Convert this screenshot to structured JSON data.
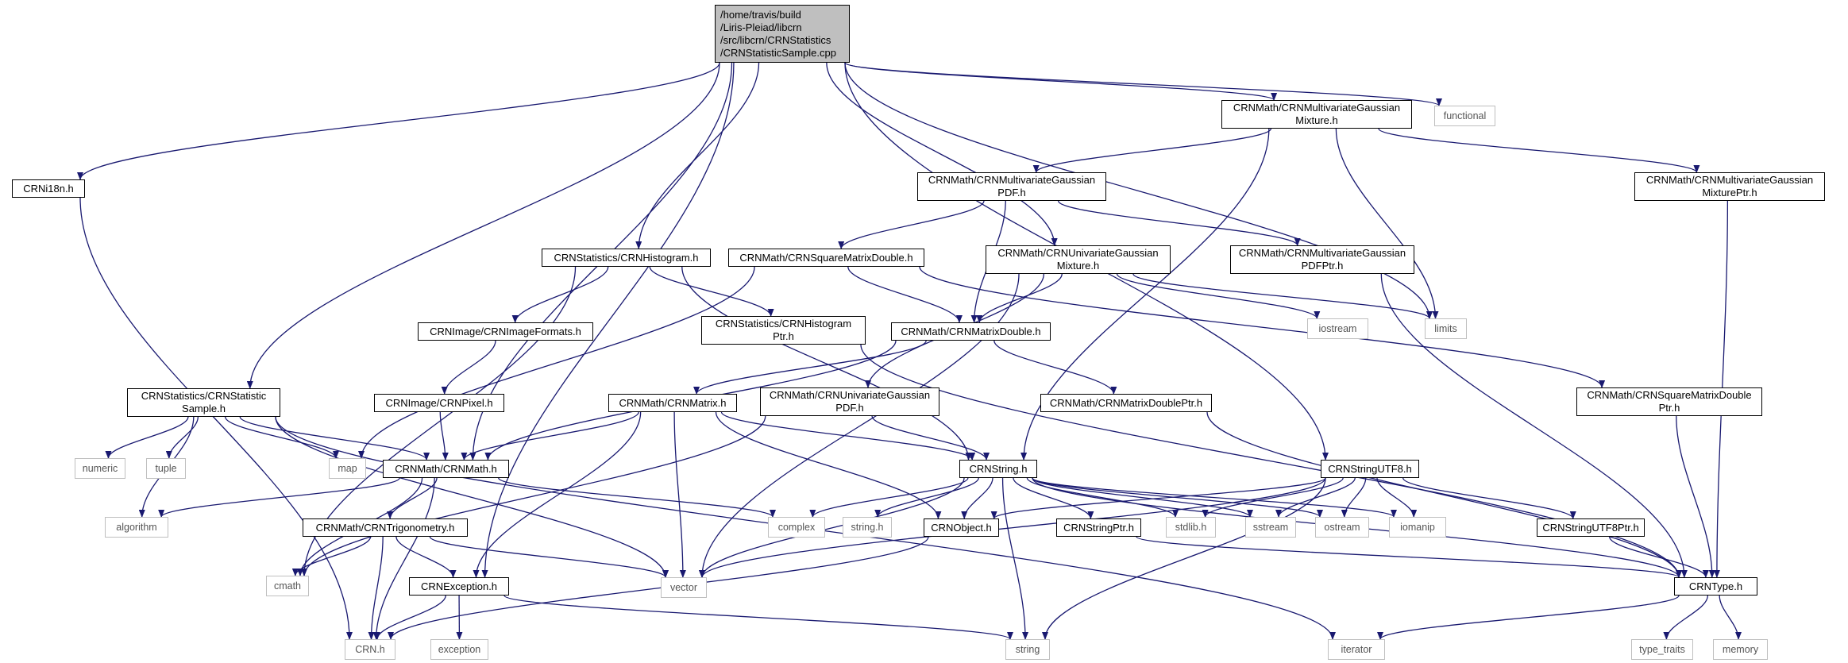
{
  "diagram": {
    "title": "",
    "colors": {
      "edge": "#191970",
      "node_border": "#000000",
      "external_border": "#bfbfbf",
      "root_fill": "#bfbfbf"
    },
    "nodes": [
      {
        "id": "root",
        "lines": [
          "/home/travis/build",
          "/Liris-Pleiad/libcrn",
          "/src/libcrn/CRNStatistics",
          "/CRNStatisticSample.cpp"
        ],
        "kind": "root"
      },
      {
        "id": "i18n",
        "lines": [
          "CRNi18n.h"
        ],
        "kind": "file"
      },
      {
        "id": "ssample",
        "lines": [
          "CRNStatistics/CRNStatistic",
          "Sample.h"
        ],
        "kind": "file"
      },
      {
        "id": "hist",
        "lines": [
          "CRNStatistics/CRNHistogram.h"
        ],
        "kind": "file"
      },
      {
        "id": "mgm",
        "lines": [
          "CRNMath/CRNMultivariateGaussian",
          "Mixture.h"
        ],
        "kind": "file"
      },
      {
        "id": "functional",
        "lines": [
          "functional"
        ],
        "kind": "external"
      },
      {
        "id": "mgpdf",
        "lines": [
          "CRNMath/CRNMultivariateGaussian",
          "PDF.h"
        ],
        "kind": "file"
      },
      {
        "id": "mgmptr",
        "lines": [
          "CRNMath/CRNMultivariateGaussian",
          "MixturePtr.h"
        ],
        "kind": "file"
      },
      {
        "id": "sqmd",
        "lines": [
          "CRNMath/CRNSquareMatrixDouble.h"
        ],
        "kind": "file"
      },
      {
        "id": "ugm",
        "lines": [
          "CRNMath/CRNUnivariateGaussian",
          "Mixture.h"
        ],
        "kind": "file"
      },
      {
        "id": "mgpdfptr",
        "lines": [
          "CRNMath/CRNMultivariateGaussian",
          "PDFPtr.h"
        ],
        "kind": "file"
      },
      {
        "id": "imgfmt",
        "lines": [
          "CRNImage/CRNImageFormats.h"
        ],
        "kind": "file"
      },
      {
        "id": "histptr",
        "lines": [
          "CRNStatistics/CRNHistogram",
          "Ptr.h"
        ],
        "kind": "file"
      },
      {
        "id": "mdouble",
        "lines": [
          "CRNMath/CRNMatrixDouble.h"
        ],
        "kind": "file"
      },
      {
        "id": "iostream",
        "lines": [
          "iostream"
        ],
        "kind": "external"
      },
      {
        "id": "limits",
        "lines": [
          "limits"
        ],
        "kind": "external"
      },
      {
        "id": "pixel",
        "lines": [
          "CRNImage/CRNPixel.h"
        ],
        "kind": "file"
      },
      {
        "id": "matrix",
        "lines": [
          "CRNMath/CRNMatrix.h"
        ],
        "kind": "file"
      },
      {
        "id": "ugpdf",
        "lines": [
          "CRNMath/CRNUnivariateGaussian",
          "PDF.h"
        ],
        "kind": "file"
      },
      {
        "id": "mdptr",
        "lines": [
          "CRNMath/CRNMatrixDoublePtr.h"
        ],
        "kind": "file"
      },
      {
        "id": "sqmdptr",
        "lines": [
          "CRNMath/CRNSquareMatrixDouble",
          "Ptr.h"
        ],
        "kind": "file"
      },
      {
        "id": "numeric",
        "lines": [
          "numeric"
        ],
        "kind": "external"
      },
      {
        "id": "tuple",
        "lines": [
          "tuple"
        ],
        "kind": "external"
      },
      {
        "id": "map",
        "lines": [
          "map"
        ],
        "kind": "external"
      },
      {
        "id": "math",
        "lines": [
          "CRNMath/CRNMath.h"
        ],
        "kind": "file"
      },
      {
        "id": "string",
        "lines": [
          "CRNString.h"
        ],
        "kind": "file"
      },
      {
        "id": "utf8",
        "lines": [
          "CRNStringUTF8.h"
        ],
        "kind": "file"
      },
      {
        "id": "algorithm",
        "lines": [
          "algorithm"
        ],
        "kind": "external"
      },
      {
        "id": "complex",
        "lines": [
          "complex"
        ],
        "kind": "external"
      },
      {
        "id": "stringh",
        "lines": [
          "string.h"
        ],
        "kind": "external"
      },
      {
        "id": "object",
        "lines": [
          "CRNObject.h"
        ],
        "kind": "file"
      },
      {
        "id": "strptr",
        "lines": [
          "CRNStringPtr.h"
        ],
        "kind": "file"
      },
      {
        "id": "stdlib",
        "lines": [
          "stdlib.h"
        ],
        "kind": "external"
      },
      {
        "id": "sstream",
        "lines": [
          "sstream"
        ],
        "kind": "external"
      },
      {
        "id": "ostream",
        "lines": [
          "ostream"
        ],
        "kind": "external"
      },
      {
        "id": "iomanip",
        "lines": [
          "iomanip"
        ],
        "kind": "external"
      },
      {
        "id": "utf8ptr",
        "lines": [
          "CRNStringUTF8Ptr.h"
        ],
        "kind": "file"
      },
      {
        "id": "trig",
        "lines": [
          "CRNMath/CRNTrigonometry.h"
        ],
        "kind": "file"
      },
      {
        "id": "cmath",
        "lines": [
          "cmath"
        ],
        "kind": "external"
      },
      {
        "id": "vector",
        "lines": [
          "vector"
        ],
        "kind": "external"
      },
      {
        "id": "exception",
        "lines": [
          "CRNException.h"
        ],
        "kind": "file"
      },
      {
        "id": "type",
        "lines": [
          "CRNType.h"
        ],
        "kind": "file"
      },
      {
        "id": "crnh",
        "lines": [
          "CRN.h"
        ],
        "kind": "external"
      },
      {
        "id": "stdexception",
        "lines": [
          "exception"
        ],
        "kind": "external"
      },
      {
        "id": "stdstring",
        "lines": [
          "string"
        ],
        "kind": "external"
      },
      {
        "id": "iterator",
        "lines": [
          "iterator"
        ],
        "kind": "external"
      },
      {
        "id": "type_traits",
        "lines": [
          "type_traits"
        ],
        "kind": "external"
      },
      {
        "id": "memory",
        "lines": [
          "memory"
        ],
        "kind": "external"
      }
    ],
    "edges": [
      [
        "root",
        "i18n"
      ],
      [
        "root",
        "ssample"
      ],
      [
        "root",
        "math"
      ],
      [
        "root",
        "exception"
      ],
      [
        "root",
        "hist"
      ],
      [
        "root",
        "ugm"
      ],
      [
        "root",
        "limits"
      ],
      [
        "root",
        "mgm"
      ],
      [
        "root",
        "functional"
      ],
      [
        "root",
        "utf8"
      ],
      [
        "i18n",
        "crnh"
      ],
      [
        "mgm",
        "mgpdf"
      ],
      [
        "mgm",
        "mgmptr"
      ],
      [
        "mgm",
        "limits"
      ],
      [
        "mgm",
        "string"
      ],
      [
        "mgpdf",
        "sqmd"
      ],
      [
        "mgpdf",
        "mdouble"
      ],
      [
        "mgpdf",
        "mgpdfptr"
      ],
      [
        "mgmptr",
        "type"
      ],
      [
        "mgpdfptr",
        "type"
      ],
      [
        "hist",
        "cmath"
      ],
      [
        "hist",
        "imgfmt"
      ],
      [
        "hist",
        "histptr"
      ],
      [
        "hist",
        "string"
      ],
      [
        "sqmd",
        "map"
      ],
      [
        "sqmd",
        "mdouble"
      ],
      [
        "sqmd",
        "sqmdptr"
      ],
      [
        "ugm",
        "mdouble"
      ],
      [
        "ugm",
        "ugpdf"
      ],
      [
        "ugm",
        "iostream"
      ],
      [
        "ugm",
        "limits"
      ],
      [
        "ugm",
        "vector"
      ],
      [
        "imgfmt",
        "pixel"
      ],
      [
        "pixel",
        "math"
      ],
      [
        "histptr",
        "type"
      ],
      [
        "mdouble",
        "math"
      ],
      [
        "mdouble",
        "matrix"
      ],
      [
        "mdouble",
        "mdptr"
      ],
      [
        "mdptr",
        "type"
      ],
      [
        "sqmdptr",
        "type"
      ],
      [
        "matrix",
        "math"
      ],
      [
        "matrix",
        "string"
      ],
      [
        "matrix",
        "object"
      ],
      [
        "matrix",
        "vector"
      ],
      [
        "matrix",
        "exception"
      ],
      [
        "ugpdf",
        "string"
      ],
      [
        "ugpdf",
        "cmath"
      ],
      [
        "ssample",
        "numeric"
      ],
      [
        "ssample",
        "tuple"
      ],
      [
        "ssample",
        "map"
      ],
      [
        "ssample",
        "math"
      ],
      [
        "ssample",
        "algorithm"
      ],
      [
        "ssample",
        "vector"
      ],
      [
        "ssample",
        "iterator"
      ],
      [
        "math",
        "algorithm"
      ],
      [
        "math",
        "complex"
      ],
      [
        "math",
        "trig"
      ],
      [
        "math",
        "cmath"
      ],
      [
        "math",
        "crnh"
      ],
      [
        "string",
        "complex"
      ],
      [
        "string",
        "stringh"
      ],
      [
        "string",
        "object"
      ],
      [
        "string",
        "strptr"
      ],
      [
        "string",
        "stdlib"
      ],
      [
        "string",
        "sstream"
      ],
      [
        "string",
        "ostream"
      ],
      [
        "string",
        "iomanip"
      ],
      [
        "string",
        "vector"
      ],
      [
        "string",
        "stdstring"
      ],
      [
        "string",
        "type"
      ],
      [
        "utf8",
        "object"
      ],
      [
        "utf8",
        "stdlib"
      ],
      [
        "utf8",
        "sstream"
      ],
      [
        "utf8",
        "ostream"
      ],
      [
        "utf8",
        "iomanip"
      ],
      [
        "utf8",
        "utf8ptr"
      ],
      [
        "utf8",
        "vector"
      ],
      [
        "utf8",
        "stdstring"
      ],
      [
        "strptr",
        "type"
      ],
      [
        "utf8ptr",
        "type"
      ],
      [
        "trig",
        "cmath"
      ],
      [
        "trig",
        "crnh"
      ],
      [
        "trig",
        "exception"
      ],
      [
        "trig",
        "vector"
      ],
      [
        "object",
        "crnh"
      ],
      [
        "exception",
        "crnh"
      ],
      [
        "exception",
        "stdexception"
      ],
      [
        "exception",
        "stdstring"
      ],
      [
        "type",
        "type_traits"
      ],
      [
        "type",
        "memory"
      ],
      [
        "type",
        "iterator"
      ]
    ]
  }
}
